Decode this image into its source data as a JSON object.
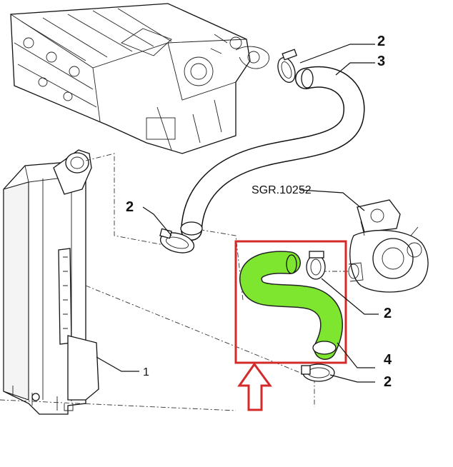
{
  "callouts": {
    "clamp_top": "2",
    "hose_upper": "3",
    "clamp_left": "2",
    "clamp_right": "2",
    "hose_highlighted": "4",
    "clamp_bottom": "2",
    "intercooler": "1"
  },
  "reference_label": "SGR.10252",
  "colors": {
    "highlight_box": "#d42a2a",
    "highlight_arrow": "#d42a2a",
    "highlighted_hose": "#7ee62e",
    "line_art": "#111111"
  },
  "icons": {
    "pointer": "up-arrow-outline"
  }
}
